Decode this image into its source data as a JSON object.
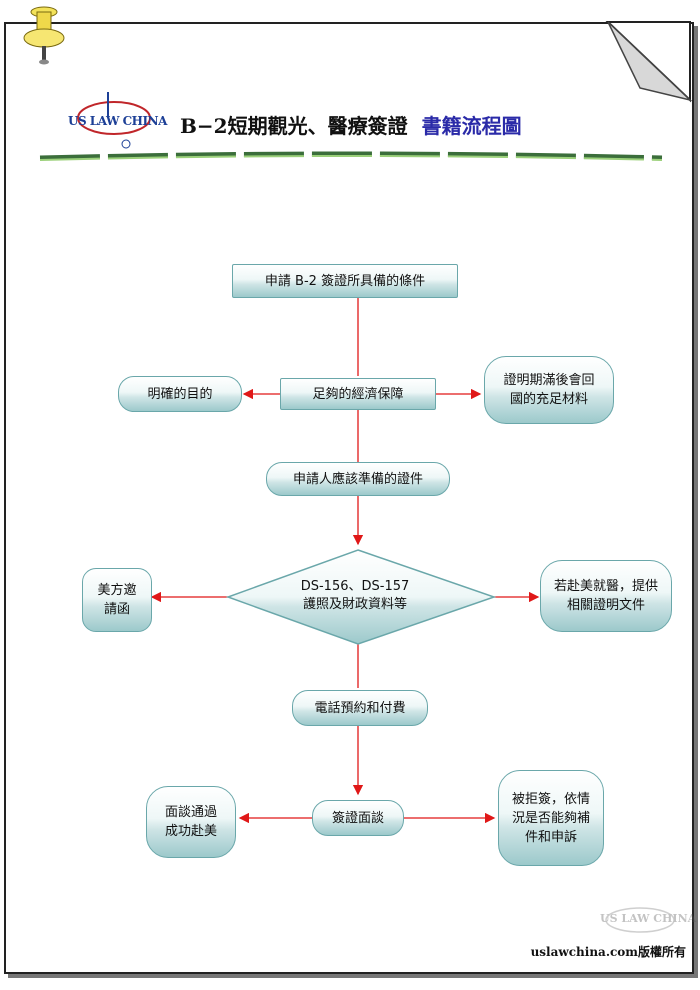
{
  "header": {
    "title_main": "B−2短期觀光、醫療簽證",
    "title_accent": "書籍流程圖",
    "logo_text": "US LAW CHINA"
  },
  "nodes": {
    "start": "申請 B-2 簽證所具備的條件",
    "finance": "足夠的經濟保障",
    "purpose": "明確的目的",
    "return_proof": "證明期滿後會回國的充足材料",
    "prepare": "申請人應該準備的證件",
    "diamond_line1": "DS-156、DS-157",
    "diamond_line2": "護照及財政資料等",
    "invitation": "美方邀請函",
    "medical": "若赴美就醫，提供相關證明文件",
    "appointment": "電話預約和付費",
    "interview": "簽證面談",
    "pass": "面談通過成功赴美",
    "reject": "被拒簽，依情況是否能夠補件和申訴"
  },
  "footer": {
    "copyright": "uslawchina.com版權所有",
    "watermark": "US LAW CHINA"
  },
  "colors": {
    "arrow": "#e01818",
    "node_border": "#6aa7aa",
    "node_fill_dark": "#9cc9cb",
    "accent_title": "#2a2aa8"
  }
}
